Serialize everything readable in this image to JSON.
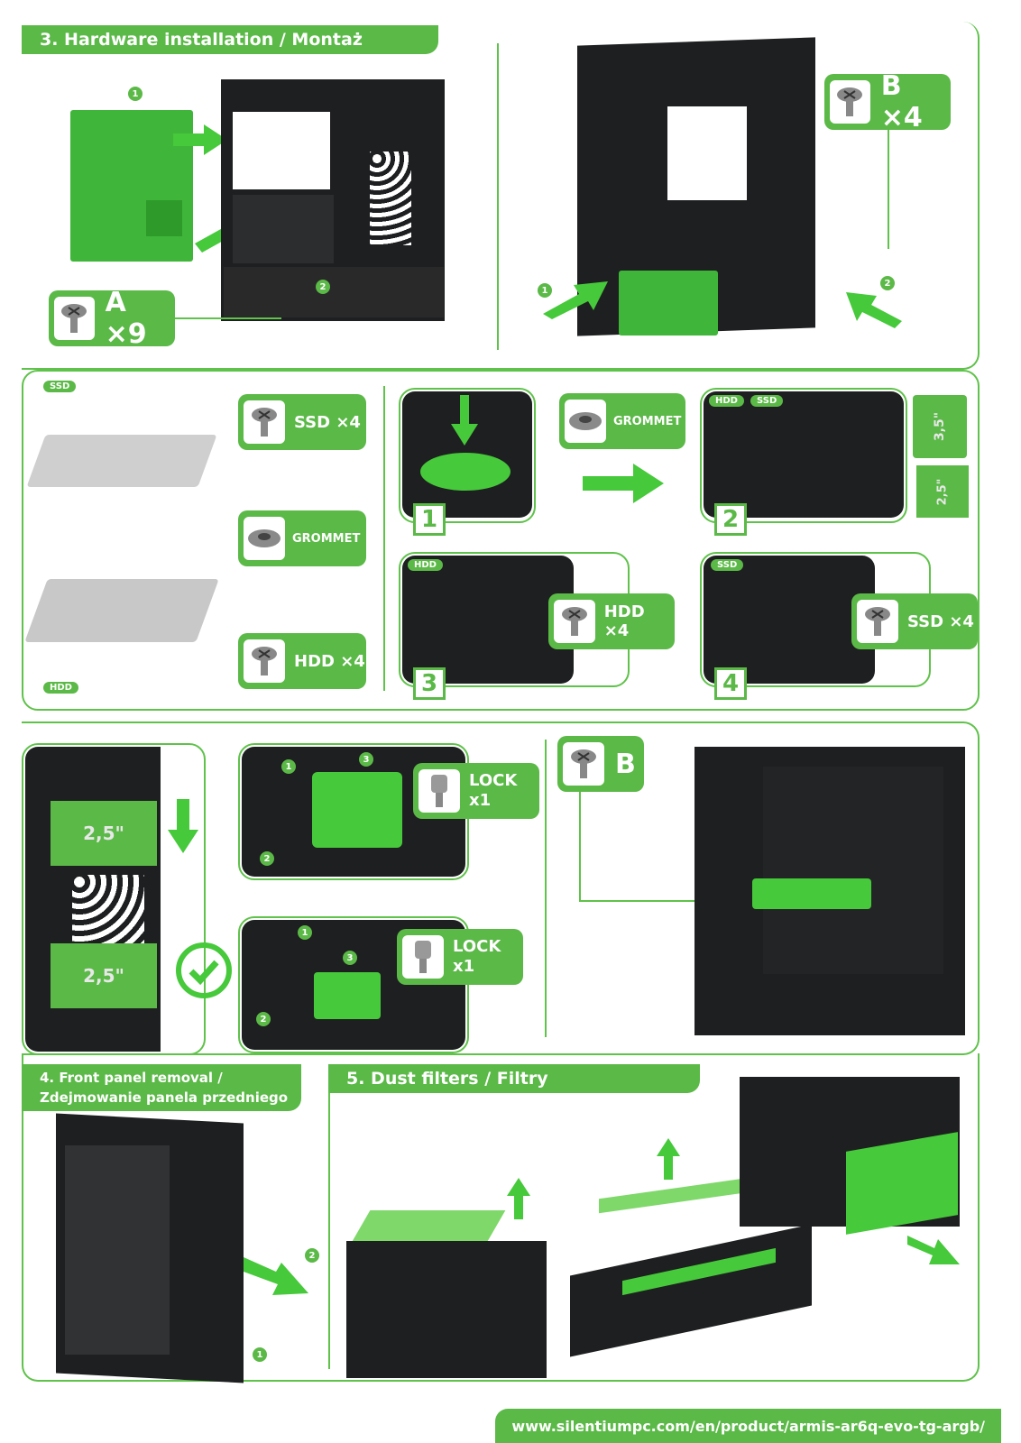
{
  "sections": {
    "hardware_title": "3. Hardware installation / Montaż sprzętu",
    "front_panel_title_line1": "4. Front panel removal /",
    "front_panel_title_line2": "Zdejmowanie panela przedniego",
    "dust_filters_title": "5. Dust filters / Filtry przeciwkurzowe"
  },
  "screws": {
    "a_label": "A ×9",
    "b_label": "B ×4",
    "b_single": "B",
    "ssd_label": "SSD ×4",
    "grommet_label": "GROMMET",
    "hdd_label": "HDD ×4",
    "lock_label_line1": "LOCK",
    "lock_label_line2": "x1"
  },
  "tags": {
    "ssd": "SSD",
    "hdd": "HDD"
  },
  "steps": [
    "1",
    "2",
    "3",
    "4"
  ],
  "callouts": [
    "1",
    "2",
    "3"
  ],
  "drive_sizes": {
    "two_five": "2,5\"",
    "three_five_vertical": "3,5\"",
    "two_five_vertical": "2,5\""
  },
  "footer": {
    "url": "www.silentiumpc.com/en/product/armis-ar6q-evo-tg-argb/"
  },
  "colors": {
    "accent": "#5bb947",
    "highlight_green": "#46c93a",
    "case_black": "#1e1f20"
  },
  "icons": [
    "screw-icon",
    "arrow-icon",
    "checkmark-icon"
  ]
}
